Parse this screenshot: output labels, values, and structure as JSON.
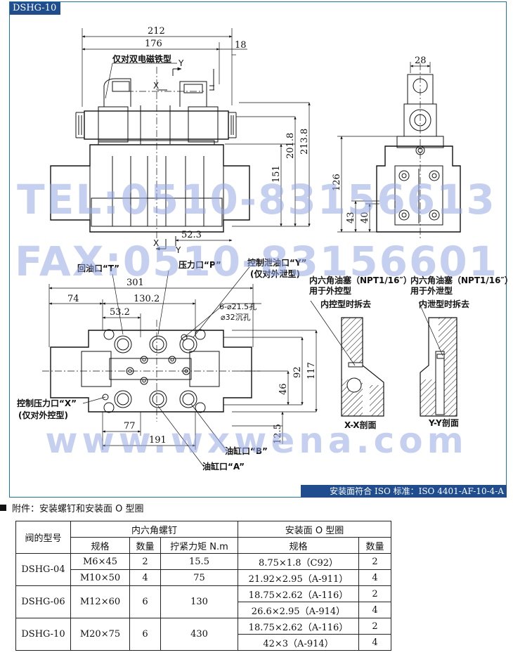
{
  "model_tag": "DSHG-10",
  "iso_note": "安装面符合 ISO 标准：ISO 4401-AF-10-4-A",
  "watermarks": {
    "tel": "TEL:0510-83156613",
    "fax": "FAX:0510-83156601",
    "web": "www.wxwena.com"
  },
  "dims": {
    "d212": "212",
    "d176": "176",
    "d18": "18",
    "d28": "28",
    "d2018": "201.8",
    "d2138": "213.8",
    "d151": "151",
    "d523": "52.3",
    "d126": "126",
    "d43": "43",
    "d40": "40",
    "d301": "301",
    "d74": "74",
    "d1302": "130.2",
    "d532": "53.2",
    "d92": "92",
    "d117": "117",
    "d46": "46",
    "d77": "77",
    "d191": "191",
    "d125": "12.5",
    "holes": "6-⌀21.5孔",
    "counter": "⌀32沉孔"
  },
  "labels": {
    "double_solenoid": "仅对双电磁铁型",
    "y_mark": "Y",
    "x_mark": "X",
    "return_t": "回油口“T”",
    "pressure_p": "压力口“P”",
    "drain_y": "控制泄油口“Y”",
    "drain_y_note": "(仅对外泄型)",
    "pilot_x": "控制压力口“X”",
    "pilot_x_note": "(仅对外控型)",
    "port_b": "油缸口“B”",
    "port_a": "油缸口“A”",
    "plug_left_1": "内六角油塞（NPT1/16″）",
    "plug_left_2": "用于外控型",
    "plug_left_3": "内控型时拆去",
    "plug_right_1": "内六角油塞（NPT1/16″）",
    "plug_right_2": "用于外泄型",
    "plug_right_3": "内泄型时拆去",
    "section_xx": "X-X剖面",
    "section_yy": "Y-Y剖面"
  },
  "attachment_title": "附件：安装螺钉和安装面 O 型圈",
  "table": {
    "h_model": "阀的型号",
    "h_screw": "内六角螺钉",
    "h_oring": "安装面 O 型圈",
    "h_spec": "规格",
    "h_qty": "数量",
    "h_torque": "拧紧力矩 N.m",
    "h_oring_spec": "规格",
    "h_oring_qty": "数量",
    "rows": [
      {
        "model": "DSHG-04",
        "screws": [
          {
            "spec": "M6×45",
            "qty": "2",
            "torque": "15.5"
          },
          {
            "spec": "M10×50",
            "qty": "4",
            "torque": "75"
          }
        ],
        "orings": [
          {
            "spec": "8.75×1.8（C92）",
            "qty": "2"
          },
          {
            "spec": "21.92×2.95（A-911）",
            "qty": "4"
          }
        ]
      },
      {
        "model": "DSHG-06",
        "screws": [
          {
            "spec": "M12×60",
            "qty": "6",
            "torque": "130"
          }
        ],
        "orings": [
          {
            "spec": "18.75×2.62（A-116）",
            "qty": "2"
          },
          {
            "spec": "26.6×2.95（A-914）",
            "qty": "4"
          }
        ]
      },
      {
        "model": "DSHG-10",
        "screws": [
          {
            "spec": "M20×75",
            "qty": "6",
            "torque": "430"
          }
        ],
        "orings": [
          {
            "spec": "18.75×2.62（A-116）",
            "qty": "2"
          },
          {
            "spec": "42×3（A-914）",
            "qty": "4"
          }
        ]
      }
    ]
  }
}
